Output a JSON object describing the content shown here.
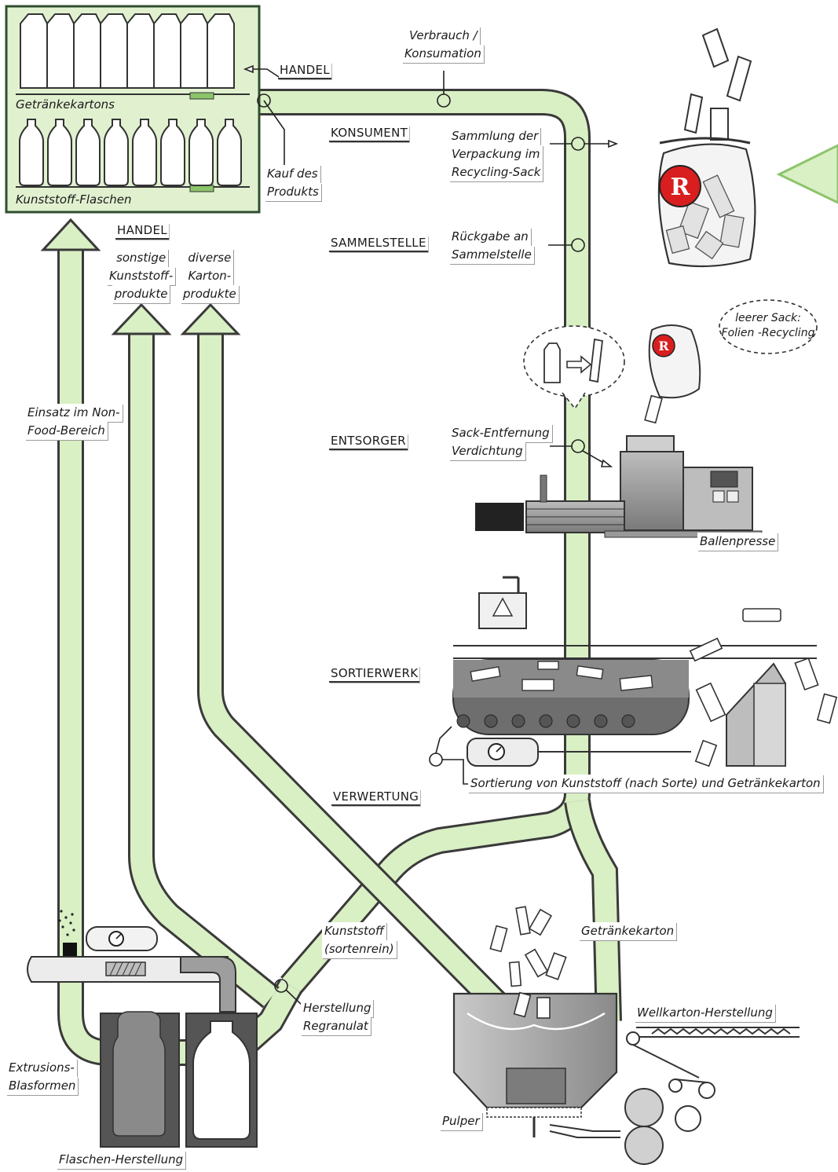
{
  "stages": {
    "handel_top": "HANDEL",
    "konsument": "KONSUMENT",
    "sammelstelle": "SAMMELSTELLE",
    "handel_left": "HANDEL",
    "entsorger": "ENTSORGER",
    "sortierwerk": "SORTIERWERK",
    "verwertung": "VERWERTUNG"
  },
  "shelf": {
    "cartons_label": "Getränkekartons",
    "bottles_label": "Kunststoff-Flaschen"
  },
  "steps": {
    "kauf": [
      "Kauf des",
      "Produkts"
    ],
    "verbrauch": [
      "Verbrauch /",
      "Konsumation"
    ],
    "sammlung": [
      "Sammlung der",
      "Verpackung im",
      "Recycling-Sack"
    ],
    "rueckgabe": [
      "Rückgabe an",
      "Sammelstelle"
    ],
    "sack": [
      "Sack-Entfernung",
      "Verdichtung"
    ],
    "ballenpresse": "Ballenpresse",
    "sortierung": "Sortierung von Kunststoff (nach Sorte) und Getränkekarton",
    "kunststoff": [
      "Kunststoff",
      "(sortenrein)"
    ],
    "getraenkekarton": "Getränkekarton",
    "wellkarton": "Wellkarton-Herstellung",
    "pulper": "Pulper",
    "herstellung": [
      "Herstellung",
      "Regranulat"
    ],
    "extrusion": [
      "Extrusions-",
      "Blasformen"
    ],
    "flaschen": "Flaschen-Herstellung",
    "nonfood": [
      "Einsatz im Non-",
      "Food-Bereich"
    ],
    "sonstige": [
      "sonstige",
      "Kunststoff-",
      "produkte"
    ],
    "diverse": [
      "diverse",
      "Karton-",
      "produkte"
    ]
  },
  "bubble": [
    "leerer Sack:",
    "Folien -Recycling"
  ],
  "bag_logo_letter": "R",
  "colors": {
    "flow_fill": "#d9efc4",
    "flow_edge": "#3a3a3a",
    "panel_fill": "#e1f1d0",
    "panel_edge": "#2f4f2f",
    "accent_green": "#8cc46a",
    "logo_red": "#d81e1e",
    "machine_grey": "#9d9d9d"
  },
  "icons": [
    "cartons-icon",
    "bottles-icon",
    "recycling-bag-icon",
    "baler-icon",
    "sorting-conveyor-icon",
    "pulper-icon",
    "extruder-icon",
    "corrugator-icon"
  ]
}
